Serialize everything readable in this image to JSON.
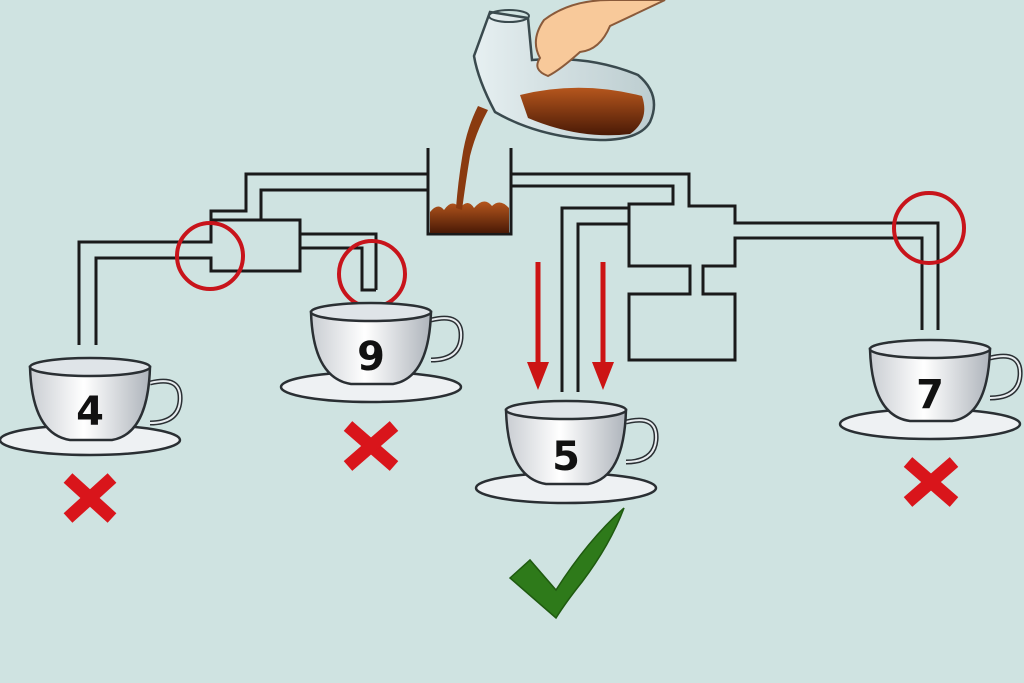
{
  "puzzle": {
    "type": "coffee-pipe-puzzle",
    "cups": [
      {
        "id": "cup-4",
        "number": "4",
        "result": "blocked"
      },
      {
        "id": "cup-9",
        "number": "9",
        "result": "blocked"
      },
      {
        "id": "cup-5",
        "number": "5",
        "result": "answer"
      },
      {
        "id": "cup-7",
        "number": "7",
        "result": "blocked"
      }
    ],
    "marks": {
      "blocked": "cross-icon",
      "answer": "checkmark-icon"
    },
    "colors": {
      "background": "#cfe3e1",
      "pipe": "#1a1a1a",
      "coffee": "#8a3a10",
      "blocked_mark": "#d9151b",
      "check": "#2e7a1a",
      "circle": "#c8141b",
      "arrow": "#cc1414"
    }
  }
}
